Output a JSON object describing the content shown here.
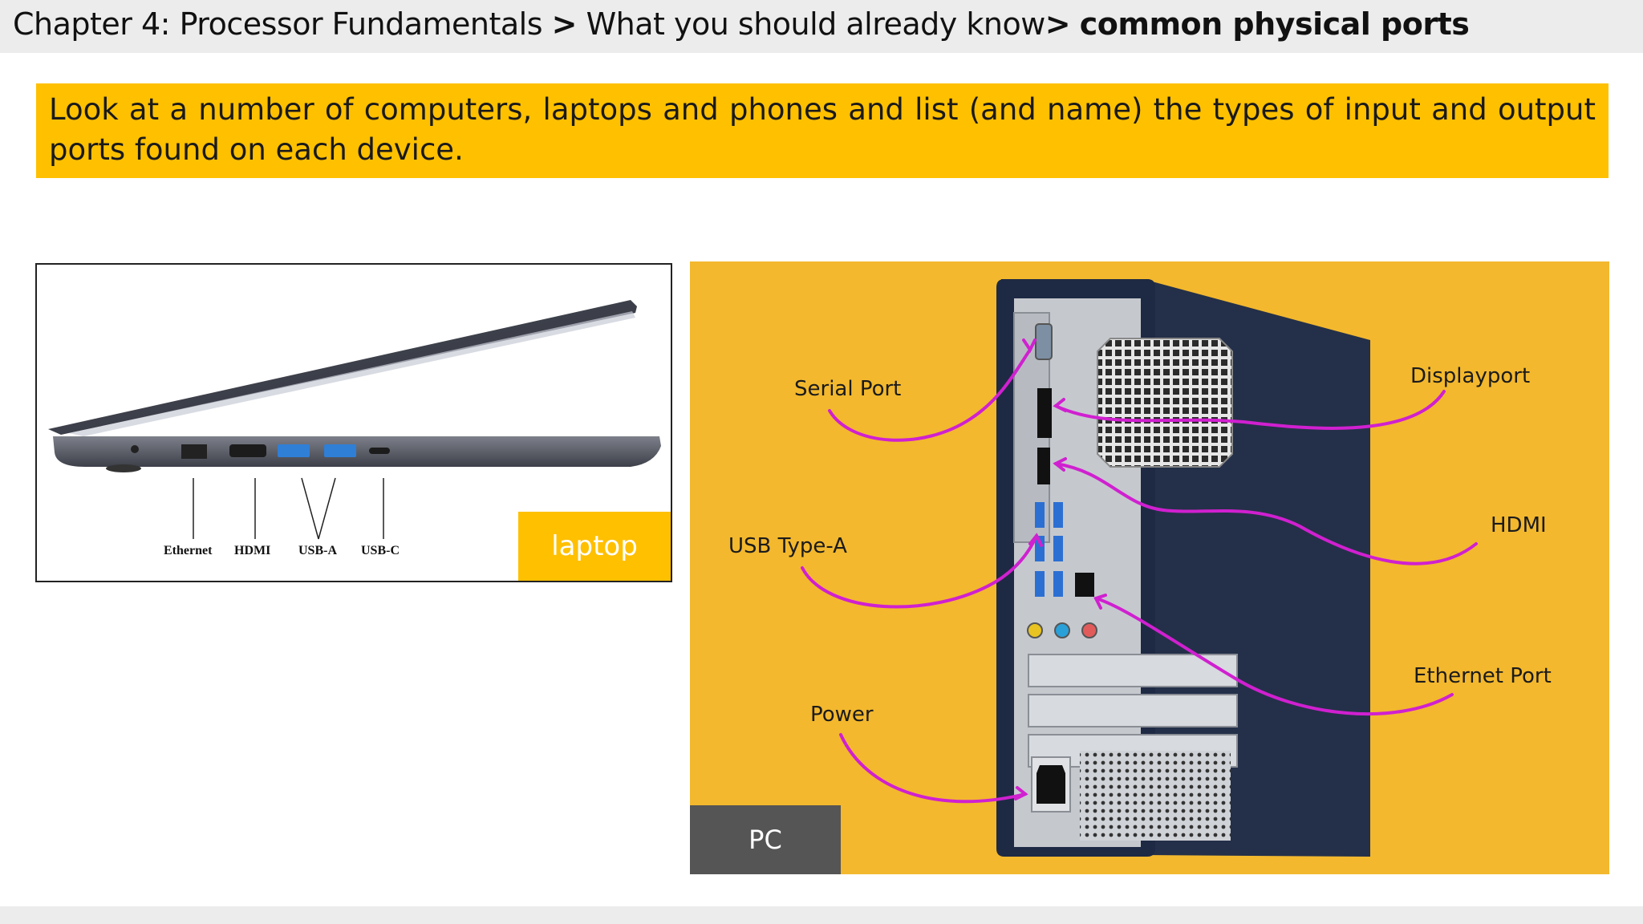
{
  "header": {
    "breadcrumb_chapter": "Chapter 4: Processor Fundamentals",
    "separator_1": ">",
    "breadcrumb_section": "What you should already know",
    "separator_2": ">",
    "breadcrumb_topic": "common physical ports"
  },
  "instruction": {
    "text": "Look at a number of computers, laptops and phones and list (and name) the types of input and output ports found on each device."
  },
  "laptop_figure": {
    "tag": "laptop",
    "port_labels": [
      "Ethernet",
      "HDMI",
      "USB-A",
      "USB-C"
    ]
  },
  "pc_figure": {
    "tag": "PC",
    "callouts": {
      "serial": "Serial Port",
      "displayport": "Displayport",
      "usb": "USB Type-A",
      "hdmi": "HDMI",
      "ethernet": "Ethernet Port",
      "power": "Power"
    }
  },
  "colors": {
    "accent": "#ffc000",
    "pc_background": "#f3b82e",
    "arrow": "#d020d0",
    "tag_dark": "#555555"
  }
}
